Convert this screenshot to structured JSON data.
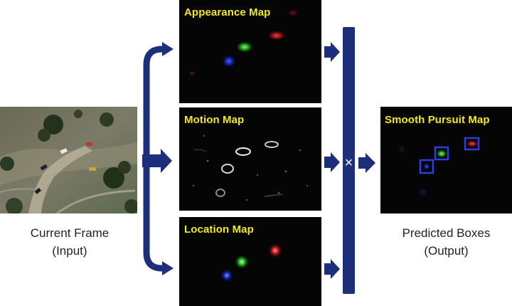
{
  "input": {
    "caption_line1": "Current Frame",
    "caption_line2": "(Input)"
  },
  "maps": [
    {
      "title": "Appearance Map"
    },
    {
      "title": "Motion Map"
    },
    {
      "title": "Location Map"
    }
  ],
  "operator": {
    "symbol": "×"
  },
  "output": {
    "title": "Smooth Pursuit Map",
    "caption_line1": "Predicted Boxes",
    "caption_line2": "(Output)"
  },
  "colors": {
    "arrow": "#1d2f7a",
    "panel_title": "#f2ea1c",
    "panel_bg": "#050506",
    "box": "#2f3de0"
  }
}
